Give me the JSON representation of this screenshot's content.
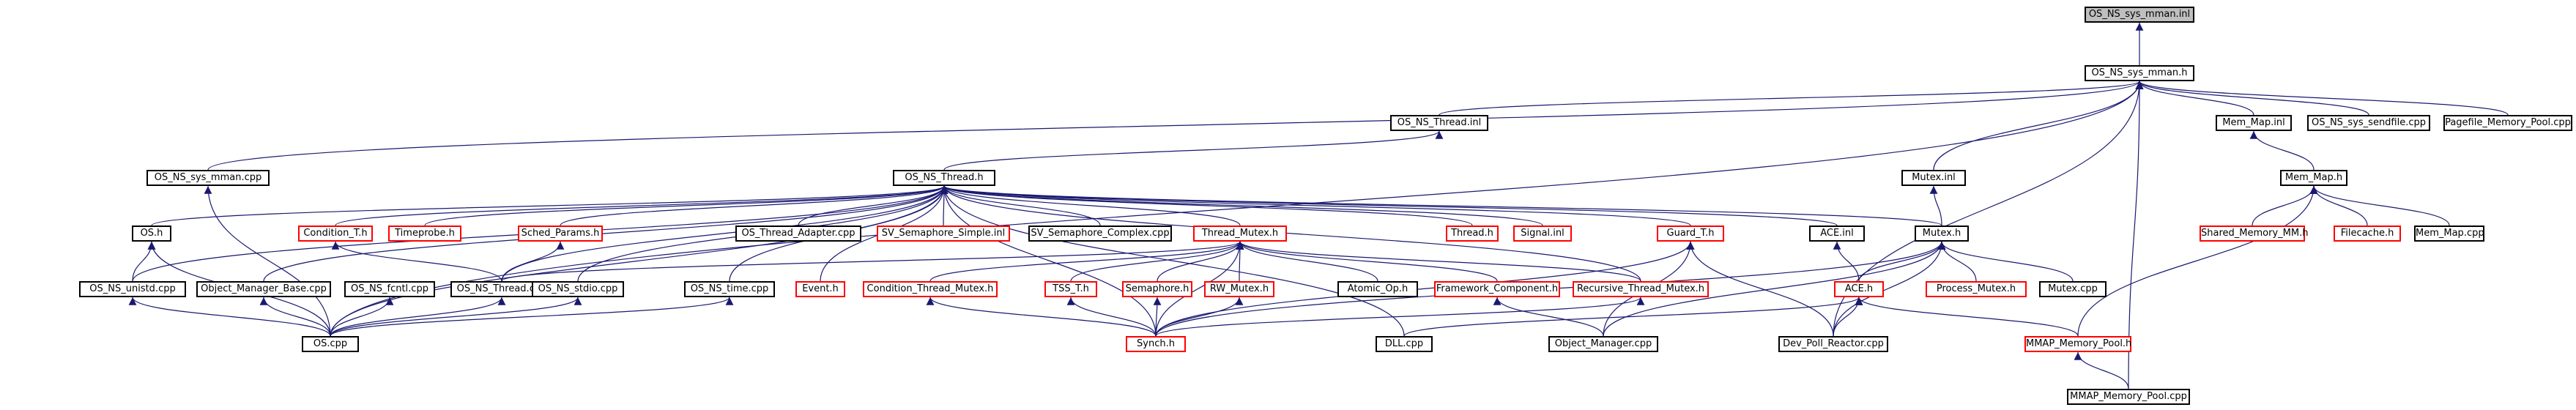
{
  "colors": {
    "edge": "#191970",
    "box_border": "#000000",
    "box_border_undocumented": "#ff0000",
    "root_fill": "#bfbfbf"
  },
  "nodes": [
    {
      "id": "root",
      "label": "OS_NS_sys_mman.inl",
      "style": "root"
    },
    {
      "id": "h",
      "label": "OS_NS_sys_mman.h",
      "style": "normal"
    },
    {
      "id": "thr_inl",
      "label": "OS_NS_Thread.inl",
      "style": "normal"
    },
    {
      "id": "mm_inl",
      "label": "Mem_Map.inl",
      "style": "normal"
    },
    {
      "id": "sendfile",
      "label": "OS_NS_sys_sendfile.cpp",
      "style": "normal"
    },
    {
      "id": "pagefile",
      "label": "Pagefile_Memory_Pool.cpp",
      "style": "normal"
    },
    {
      "id": "mman_cpp",
      "label": "OS_NS_sys_mman.cpp",
      "style": "normal"
    },
    {
      "id": "thr_h",
      "label": "OS_NS_Thread.h",
      "style": "normal"
    },
    {
      "id": "mutex_inl",
      "label": "Mutex.inl",
      "style": "normal"
    },
    {
      "id": "mm_h",
      "label": "Mem_Map.h",
      "style": "normal"
    },
    {
      "id": "os_h",
      "label": "OS.h",
      "style": "normal"
    },
    {
      "id": "cond_h",
      "label": "Condition_T.h",
      "style": "undocumented"
    },
    {
      "id": "timeprobe",
      "label": "Timeprobe.h",
      "style": "undocumented"
    },
    {
      "id": "sched",
      "label": "Sched_Params.h",
      "style": "undocumented"
    },
    {
      "id": "thr_adapter",
      "label": "OS_Thread_Adapter.cpp",
      "style": "normal"
    },
    {
      "id": "svsimple",
      "label": "SV_Semaphore_Simple.inl",
      "style": "undocumented"
    },
    {
      "id": "svcomplex",
      "label": "SV_Semaphore_Complex.cpp",
      "style": "normal"
    },
    {
      "id": "thread_h",
      "label": "Thread.h",
      "style": "undocumented"
    },
    {
      "id": "signal",
      "label": "Signal.inl",
      "style": "undocumented"
    },
    {
      "id": "guard",
      "label": "Guard_T.h",
      "style": "undocumented"
    },
    {
      "id": "ace_inl",
      "label": "ACE.inl",
      "style": "normal"
    },
    {
      "id": "mutex_h",
      "label": "Mutex.h",
      "style": "normal"
    },
    {
      "id": "shared",
      "label": "Shared_Memory_MM.h",
      "style": "undocumented"
    },
    {
      "id": "filecache",
      "label": "Filecache.h",
      "style": "undocumented"
    },
    {
      "id": "mm_cpp",
      "label": "Mem_Map.cpp",
      "style": "normal"
    },
    {
      "id": "unistd",
      "label": "OS_NS_unistd.cpp",
      "style": "normal"
    },
    {
      "id": "objmgrbase",
      "label": "Object_Manager_Base.cpp",
      "style": "normal"
    },
    {
      "id": "fcntl",
      "label": "OS_NS_fcntl.cpp",
      "style": "normal"
    },
    {
      "id": "thr_cpp",
      "label": "OS_NS_Thread.cpp",
      "style": "normal"
    },
    {
      "id": "stdio",
      "label": "OS_NS_stdio.cpp",
      "style": "normal"
    },
    {
      "id": "time",
      "label": "OS_NS_time.cpp",
      "style": "normal"
    },
    {
      "id": "thrmutex",
      "label": "Thread_Mutex.h",
      "style": "undocumented"
    },
    {
      "id": "event",
      "label": "Event.h",
      "style": "undocumented"
    },
    {
      "id": "condthr",
      "label": "Condition_Thread_Mutex.h",
      "style": "undocumented"
    },
    {
      "id": "tss",
      "label": "TSS_T.h",
      "style": "undocumented"
    },
    {
      "id": "semaphore",
      "label": "Semaphore.h",
      "style": "undocumented"
    },
    {
      "id": "rw",
      "label": "RW_Mutex.h",
      "style": "undocumented"
    },
    {
      "id": "atomic",
      "label": "Atomic_Op.h",
      "style": "normal"
    },
    {
      "id": "fwcomp",
      "label": "Framework_Component.h",
      "style": "undocumented"
    },
    {
      "id": "recursive",
      "label": "Recursive_Thread_Mutex.h",
      "style": "undocumented"
    },
    {
      "id": "ace_h",
      "label": "ACE.h",
      "style": "undocumented"
    },
    {
      "id": "procmutex",
      "label": "Process_Mutex.h",
      "style": "undocumented"
    },
    {
      "id": "mutex_cpp",
      "label": "Mutex.cpp",
      "style": "normal"
    },
    {
      "id": "mmap_h",
      "label": "MMAP_Memory_Pool.h",
      "style": "undocumented"
    },
    {
      "id": "os_cpp",
      "label": "OS.cpp",
      "style": "normal"
    },
    {
      "id": "synch",
      "label": "Synch.h",
      "style": "undocumented"
    },
    {
      "id": "dll",
      "label": "DLL.cpp",
      "style": "normal"
    },
    {
      "id": "objmgr",
      "label": "Object_Manager.cpp",
      "style": "normal"
    },
    {
      "id": "devpoll",
      "label": "Dev_Poll_Reactor.cpp",
      "style": "normal"
    },
    {
      "id": "mmap_cpp",
      "label": "MMAP_Memory_Pool.cpp",
      "style": "normal"
    }
  ],
  "edges": [
    [
      "h",
      "root"
    ],
    [
      "thr_inl",
      "h"
    ],
    [
      "mm_inl",
      "h"
    ],
    [
      "sendfile",
      "h"
    ],
    [
      "pagefile",
      "h"
    ],
    [
      "mman_cpp",
      "h"
    ],
    [
      "mutex_inl",
      "h"
    ],
    [
      "os_cpp",
      "h"
    ],
    [
      "devpoll",
      "h"
    ],
    [
      "mmap_cpp",
      "h"
    ],
    [
      "thr_h",
      "thr_inl"
    ],
    [
      "mm_h",
      "mm_inl"
    ],
    [
      "os_cpp",
      "mman_cpp"
    ],
    [
      "mutex_h",
      "mutex_inl"
    ],
    [
      "os_h",
      "thr_h"
    ],
    [
      "cond_h",
      "thr_h"
    ],
    [
      "timeprobe",
      "thr_h"
    ],
    [
      "sched",
      "thr_h"
    ],
    [
      "thr_adapter",
      "thr_h"
    ],
    [
      "svsimple",
      "thr_h"
    ],
    [
      "svcomplex",
      "thr_h"
    ],
    [
      "thread_h",
      "thr_h"
    ],
    [
      "signal",
      "thr_h"
    ],
    [
      "guard",
      "thr_h"
    ],
    [
      "ace_inl",
      "thr_h"
    ],
    [
      "mutex_h",
      "thr_h"
    ],
    [
      "unistd",
      "thr_h"
    ],
    [
      "objmgrbase",
      "thr_h"
    ],
    [
      "thr_cpp",
      "thr_h"
    ],
    [
      "stdio",
      "thr_h"
    ],
    [
      "time",
      "thr_h"
    ],
    [
      "thrmutex",
      "thr_h"
    ],
    [
      "event",
      "thr_h"
    ],
    [
      "dll",
      "thr_h"
    ],
    [
      "recursive",
      "thr_h"
    ],
    [
      "synch",
      "thr_h"
    ],
    [
      "os_cpp",
      "thr_h"
    ],
    [
      "shared",
      "mm_h"
    ],
    [
      "filecache",
      "mm_h"
    ],
    [
      "mm_cpp",
      "mm_h"
    ],
    [
      "mmap_h",
      "mm_h"
    ],
    [
      "os_cpp",
      "os_h"
    ],
    [
      "unistd",
      "os_h"
    ],
    [
      "thr_cpp",
      "cond_h"
    ],
    [
      "thr_cpp",
      "sched"
    ],
    [
      "thr_cpp",
      "thrmutex"
    ],
    [
      "condthr",
      "thrmutex"
    ],
    [
      "tss",
      "thrmutex"
    ],
    [
      "semaphore",
      "thrmutex"
    ],
    [
      "rw",
      "thrmutex"
    ],
    [
      "atomic",
      "thrmutex"
    ],
    [
      "fwcomp",
      "thrmutex"
    ],
    [
      "recursive",
      "thrmutex"
    ],
    [
      "synch",
      "thrmutex"
    ],
    [
      "objmgr",
      "guard"
    ],
    [
      "devpoll",
      "guard"
    ],
    [
      "synch",
      "guard"
    ],
    [
      "ace_h",
      "ace_inl"
    ],
    [
      "ace_h",
      "mutex_h"
    ],
    [
      "procmutex",
      "mutex_h"
    ],
    [
      "mutex_cpp",
      "mutex_h"
    ],
    [
      "objmgr",
      "mutex_h"
    ],
    [
      "devpoll",
      "mutex_h"
    ],
    [
      "synch",
      "mutex_h"
    ],
    [
      "os_cpp",
      "unistd"
    ],
    [
      "os_cpp",
      "objmgrbase"
    ],
    [
      "os_cpp",
      "fcntl"
    ],
    [
      "os_cpp",
      "thr_cpp"
    ],
    [
      "os_cpp",
      "stdio"
    ],
    [
      "os_cpp",
      "time"
    ],
    [
      "synch",
      "condthr"
    ],
    [
      "synch",
      "semaphore"
    ],
    [
      "synch",
      "rw"
    ],
    [
      "synch",
      "tss"
    ],
    [
      "objmgr",
      "fwcomp"
    ],
    [
      "synch",
      "recursive"
    ],
    [
      "devpoll",
      "ace_h"
    ],
    [
      "mmap_h",
      "ace_h"
    ],
    [
      "dll",
      "ace_h"
    ],
    [
      "mmap_cpp",
      "mmap_h"
    ]
  ]
}
